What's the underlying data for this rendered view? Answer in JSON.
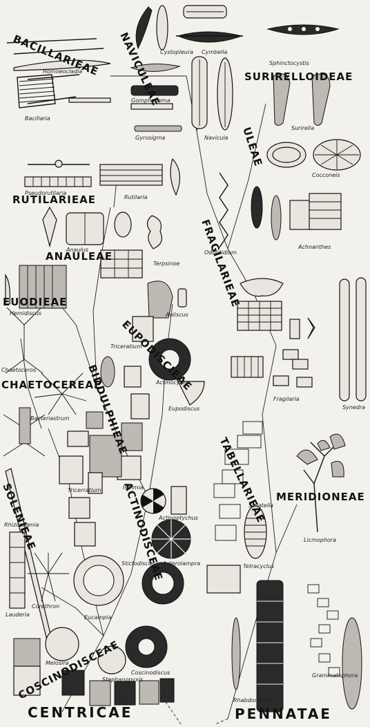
{
  "groups": {
    "bacillarieae": "BACILLARIEAE",
    "naviculeae": "NAVICULEAE",
    "surirelloideae": "SURIRELLOIDEAE",
    "rutilarieae": "RUTILARIEAE",
    "anauleae": "ANAULEAE",
    "eupodiscieae": "EUPODISCIEAE",
    "fragilarieae": "FRAGILARIEAE",
    "euodieae": "EUODIEAE",
    "chaetocereae": "CHAETOCEREAE",
    "biddulphieae": "BIDDULPHIEAE",
    "tabellarieae": "TABELLARIEAE",
    "solenieae": "SOLENIEAE",
    "actinodisceae": "ACTINODISCEAE",
    "meridioneae": "MERIDIONEAE",
    "coscinodisceae": "COSCINODISCEAE",
    "centricae": "CENTRICAE",
    "pennatae": "PENNATAE"
  },
  "genera": {
    "bacillaria": "Bacillaria",
    "homoeocladia": "Homoeocladia",
    "cymbella": "Cymbella",
    "cystopleura": "Cystopleura",
    "gomphonema": "Gomphonema",
    "gyrosigma": "Gyrosigma",
    "navicula": "Navicula",
    "sphinctocystis": "Sphinctocystis",
    "surirella": "Surirella",
    "cocconeis": "Cocconeis",
    "achnanthes": "Achnanthes",
    "rutilaria": "Rutilaria",
    "pseudorutilaria": "Pseudorutilaria",
    "terpsinoe": "Terpsinoe",
    "anaulus": "Anaulus",
    "hemidiscus": "Hemidiscus",
    "auliscus": "Auliscus",
    "triceratium": "Triceratium",
    "actinocyclus": "Actinocyclus",
    "eupodiscus": "Eupodiscus",
    "fragilaria": "Fragilaria",
    "synedra": "Synedra",
    "chaetoceros": "Chaetoceros",
    "bacteriastrum": "Bacteriastrum",
    "tricerratium": "Tricerratium",
    "isthmia": "Isthmia",
    "striatella": "Striatella",
    "rhizosolenia": "Rhizosolenia",
    "actinoptychus": "Actinoptychus",
    "stictodiscus": "Stictodiscus",
    "asterolampra": "Asterolampra",
    "tetracyclus": "Tetracyclus",
    "licmophora": "Licmophora",
    "corethron": "Corethron",
    "lauderia": "Lauderia",
    "eucampia": "Eucampia",
    "coscinodiscus": "Coscinodiscus",
    "stephanopyxis": "Stephanopyxis",
    "grammatophora": "Grammatophora",
    "rhabdonema": "Rhabdonema",
    "odontidium": "Odontidium",
    "melosira": "Melosira"
  }
}
